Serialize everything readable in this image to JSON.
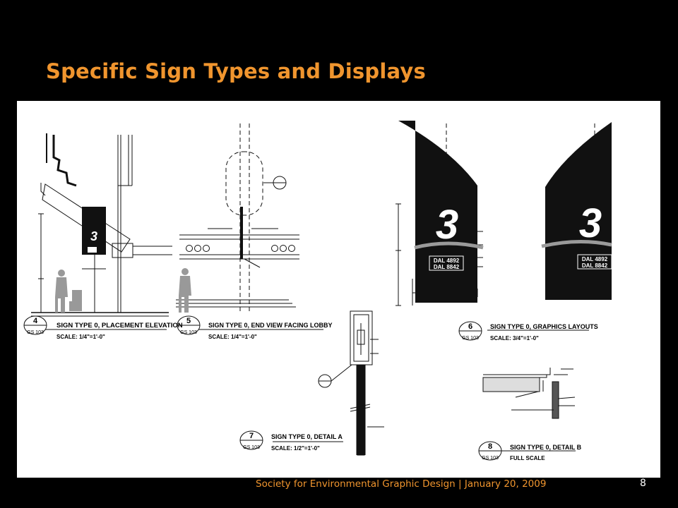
{
  "slide": {
    "title": "Specific Sign Types and Displays",
    "footer": "Society for Environmental Graphic Design  |  January 20, 2009",
    "page_number": "8"
  },
  "colors": {
    "title": "#F0952E",
    "footer": "#F0952E",
    "background": "#000000",
    "panel": "#FFFFFF",
    "ink": "#111111"
  },
  "details": [
    {
      "number": "4",
      "sheet": "GS 103",
      "title": "SIGN TYPE 0, PLACEMENT ELEVATION",
      "scale": "SCALE: 1/4\"=1'-0\""
    },
    {
      "number": "5",
      "sheet": "GS 103",
      "title": "SIGN TYPE 0, END VIEW FACING LOBBY",
      "scale": "SCALE: 1/4\"=1'-0\""
    },
    {
      "number": "6",
      "sheet": "GS 103",
      "title": "SIGN TYPE 0, GRAPHICS LAYOUTS",
      "scale": "SCALE: 3/4\"=1'-0\""
    },
    {
      "number": "7",
      "sheet": "GS 103",
      "title": "SIGN TYPE 0, DETAIL A",
      "scale": "SCALE: 1/2\"=1'-0\""
    },
    {
      "number": "8",
      "sheet": "GS 103",
      "title": "SIGN TYPE 0, DETAIL B",
      "scale": "FULL SCALE"
    }
  ],
  "sign_panel": {
    "numeral": "3",
    "line1": "DAL 4892",
    "line2": "DAL 8842"
  }
}
